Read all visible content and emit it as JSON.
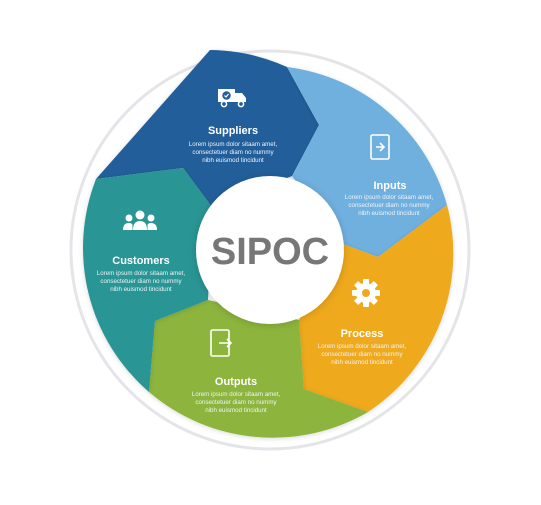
{
  "center": {
    "label": "SIPOC"
  },
  "segments": [
    {
      "key": "suppliers",
      "title": "Suppliers",
      "icon": "truck-icon",
      "color": "#245E9A",
      "lines": [
        "Lorem ipsum dolor sitaam amet,",
        "consectetuer diam no nummy",
        "nibh euismod tincidunt"
      ]
    },
    {
      "key": "inputs",
      "title": "Inputs",
      "icon": "sign-in-icon",
      "color": "#6FB0DF",
      "lines": [
        "Lorem ipsum dolor sitaam amet,",
        "consectetuer diam no nummy",
        "nibh euismod tincidunt"
      ]
    },
    {
      "key": "process",
      "title": "Process",
      "icon": "gear-icon",
      "color": "#EFA91E",
      "lines": [
        "Lorem ipsum dolor sitaam amet,",
        "consectetuer diam no nummy",
        "nibh euismod tincidunt"
      ]
    },
    {
      "key": "outputs",
      "title": "Outputs",
      "icon": "sign-out-icon",
      "color": "#8DB53C",
      "lines": [
        "Lorem ipsum dolor sitaam amet,",
        "consectetuer diam no nummy",
        "nibh euismod tincidunt"
      ]
    },
    {
      "key": "customers",
      "title": "Customers",
      "icon": "users-icon",
      "color": "#2A9595",
      "lines": [
        "Lorem ipsum dolor sitaam amet,",
        "consectetuer diam no nummy",
        "nibh euismod tincidunt"
      ]
    }
  ],
  "colors": {
    "ring": "#e3e5e8",
    "hub": "#ffffff",
    "hub_text": "#777777"
  }
}
